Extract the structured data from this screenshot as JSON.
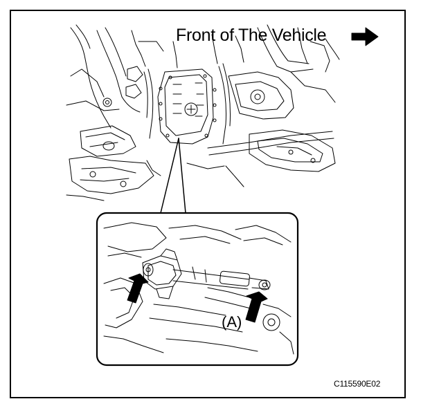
{
  "header": {
    "direction_label": "Front of The Vehicle",
    "direction_icon": "right-arrow-icon"
  },
  "detail": {
    "callout_label": "(A)",
    "arrow_icon": "pointer-arrow-icon"
  },
  "footer": {
    "figure_code": "C115590E02"
  },
  "colors": {
    "ink": "#000000",
    "paper": "#ffffff"
  }
}
